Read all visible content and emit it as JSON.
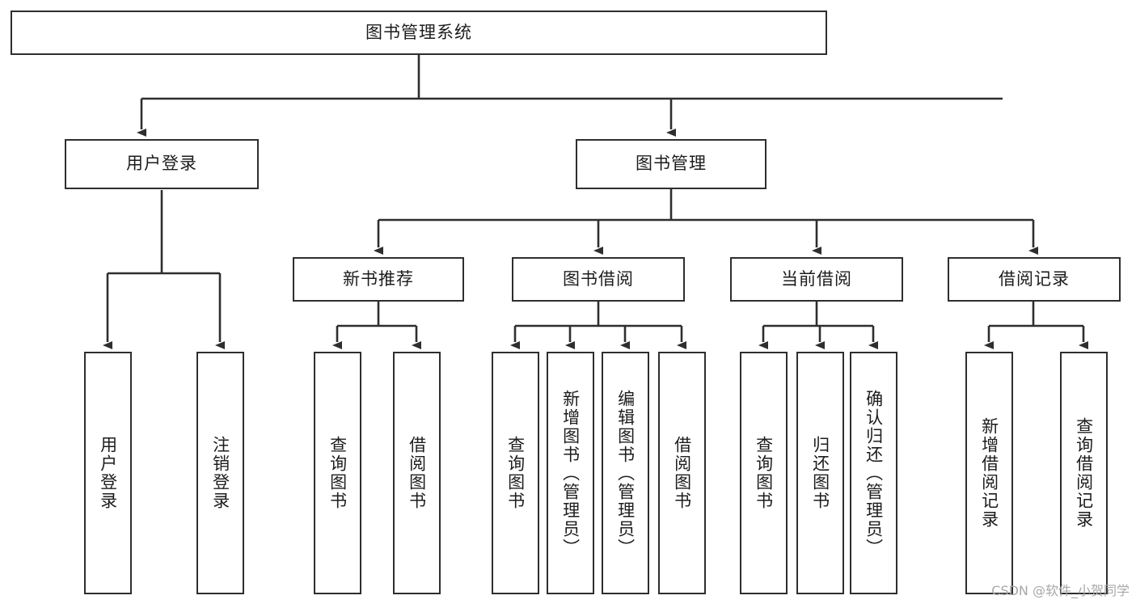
{
  "diagram": {
    "title": "图书管理系统",
    "watermark": "CSDN @软件_小贺同学",
    "colors": {
      "border": "#2e2e2e",
      "fill": "#ffffff",
      "connector": "#2e2e2e",
      "text": "#1c1c1c",
      "watermark": "#a8a8a8"
    },
    "root": {
      "label": "图书管理系统"
    },
    "level2": [
      {
        "label": "用户登录"
      },
      {
        "label": "图书管理"
      }
    ],
    "level3": [
      {
        "label": "新书推荐"
      },
      {
        "label": "图书借阅"
      },
      {
        "label": "当前借阅"
      },
      {
        "label": "借阅记录"
      }
    ],
    "leaves": {
      "user_login": [
        {
          "label": "用户登录"
        },
        {
          "label": "注销登录"
        }
      ],
      "new_book": [
        {
          "label": "查询图书"
        },
        {
          "label": "借阅图书"
        }
      ],
      "book_borrow": [
        {
          "label": "查询图书"
        },
        {
          "label": "新增图书（管理员）"
        },
        {
          "label": "编辑图书（管理员）"
        },
        {
          "label": "借阅图书"
        }
      ],
      "current_borrow": [
        {
          "label": "查询图书"
        },
        {
          "label": "归还图书"
        },
        {
          "label": "确认归还（管理员）"
        }
      ],
      "borrow_record": [
        {
          "label": "新增借阅记录"
        },
        {
          "label": "查询借阅记录"
        }
      ]
    }
  }
}
